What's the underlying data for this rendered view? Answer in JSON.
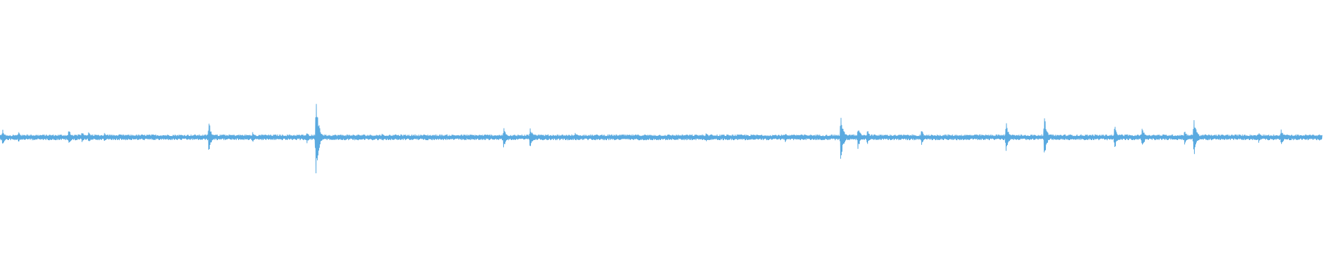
{
  "waveform": {
    "color": "#5aaae0",
    "background": "#ffffff",
    "duration_fraction_covered": 1.0,
    "baseline_amplitude": 0.03,
    "transients": [
      {
        "position": 0.002,
        "amplitude": 0.09,
        "sign": 1
      },
      {
        "position": 0.014,
        "amplitude": 0.06,
        "sign": 1
      },
      {
        "position": 0.052,
        "amplitude": 0.09,
        "sign": 1
      },
      {
        "position": 0.062,
        "amplitude": 0.07,
        "sign": 1
      },
      {
        "position": 0.067,
        "amplitude": 0.07,
        "sign": 1
      },
      {
        "position": 0.079,
        "amplitude": 0.05,
        "sign": 1
      },
      {
        "position": 0.158,
        "amplitude": 0.18,
        "sign": 1
      },
      {
        "position": 0.191,
        "amplitude": 0.06,
        "sign": 1
      },
      {
        "position": 0.232,
        "amplitude": 0.07,
        "sign": 1
      },
      {
        "position": 0.239,
        "amplitude": 0.47,
        "sign": 1
      },
      {
        "position": 0.289,
        "amplitude": 0.05,
        "sign": 1
      },
      {
        "position": 0.381,
        "amplitude": 0.12,
        "sign": 1
      },
      {
        "position": 0.401,
        "amplitude": 0.12,
        "sign": 1
      },
      {
        "position": 0.435,
        "amplitude": 0.05,
        "sign": 1
      },
      {
        "position": 0.534,
        "amplitude": 0.05,
        "sign": 1
      },
      {
        "position": 0.594,
        "amplitude": 0.05,
        "sign": 1
      },
      {
        "position": 0.636,
        "amplitude": 0.27,
        "sign": 1
      },
      {
        "position": 0.649,
        "amplitude": 0.13,
        "sign": 1
      },
      {
        "position": 0.656,
        "amplitude": 0.09,
        "sign": 1
      },
      {
        "position": 0.697,
        "amplitude": 0.09,
        "sign": 1
      },
      {
        "position": 0.761,
        "amplitude": 0.17,
        "sign": 1
      },
      {
        "position": 0.79,
        "amplitude": 0.23,
        "sign": 1
      },
      {
        "position": 0.843,
        "amplitude": 0.14,
        "sign": 1
      },
      {
        "position": 0.864,
        "amplitude": 0.12,
        "sign": 1
      },
      {
        "position": 0.896,
        "amplitude": 0.08,
        "sign": 1
      },
      {
        "position": 0.903,
        "amplitude": 0.23,
        "sign": 1
      },
      {
        "position": 0.952,
        "amplitude": 0.06,
        "sign": 1
      },
      {
        "position": 0.969,
        "amplitude": 0.1,
        "sign": 1
      },
      {
        "position": 0.998,
        "amplitude": 0.04,
        "sign": 1
      }
    ]
  }
}
